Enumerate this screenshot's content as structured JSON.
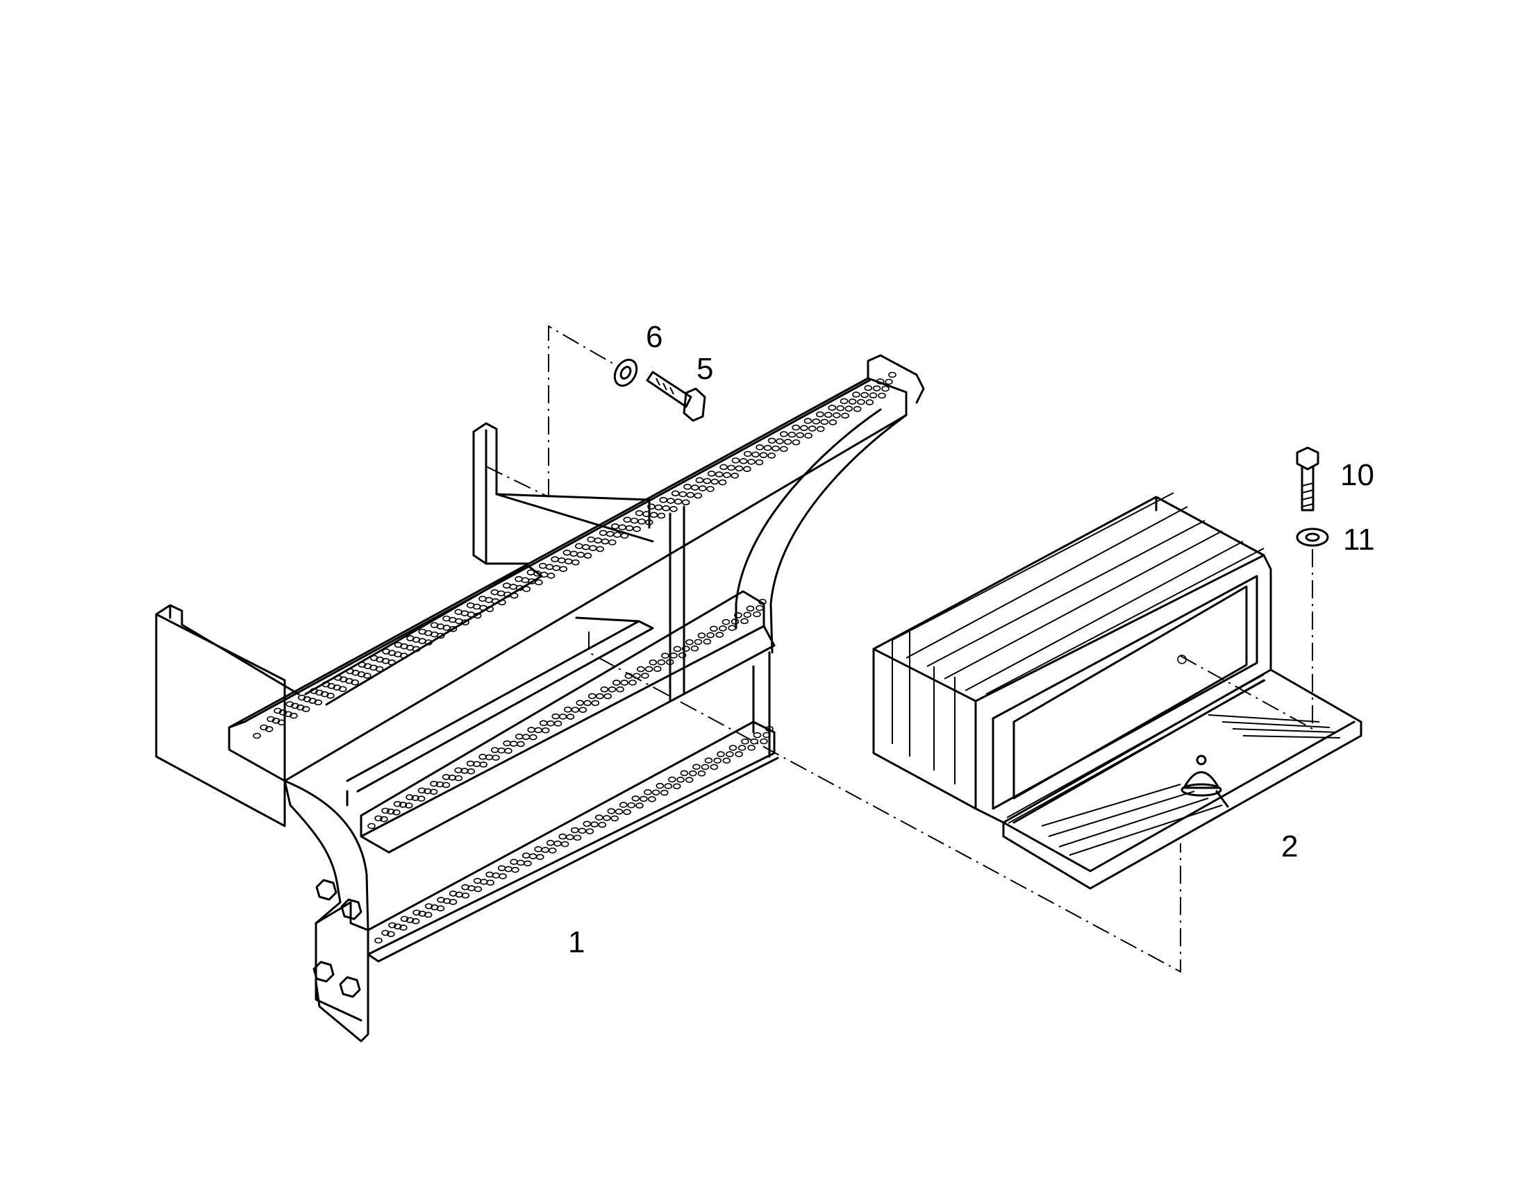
{
  "callouts": {
    "step_assembly": "1",
    "toolbox": "2",
    "bolt_upper": "5",
    "washer_upper": "6",
    "bolt_box": "10",
    "washer_box": "11"
  },
  "colors": {
    "ink": "#000000",
    "background": "#ffffff"
  }
}
